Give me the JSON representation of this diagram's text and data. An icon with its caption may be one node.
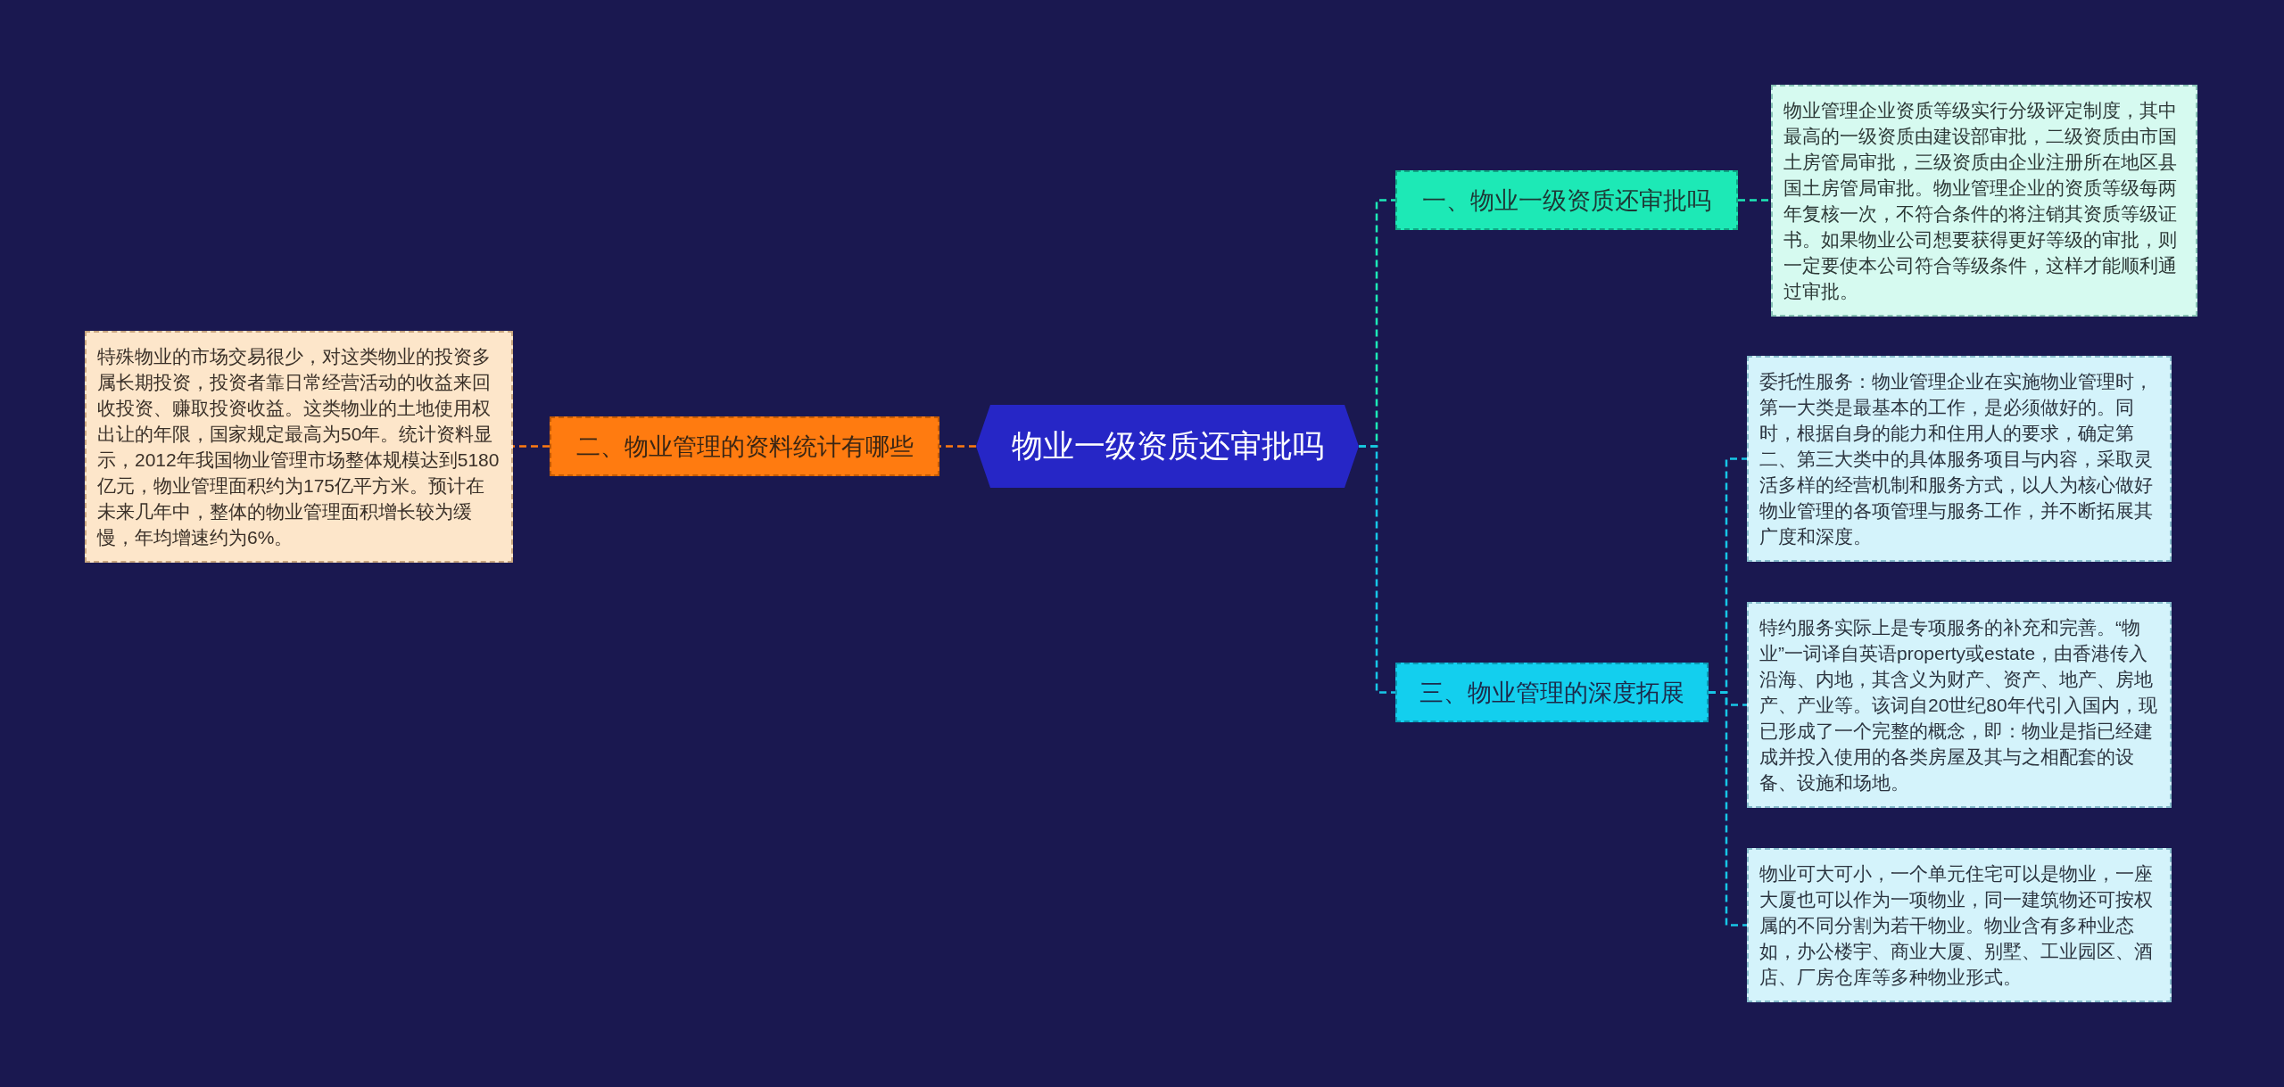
{
  "diagram": {
    "nodes": [
      {
        "text": [
          "物业一级资质还审批吗"
        ]
      },
      {
        "text": [
          "一、物业一级资质还审批吗"
        ]
      },
      {
        "text": [
          "物业管理企业资质等级实行分级评定制度，其中最高的一级资质由建设部审批，二级资质由市国土房管局审批，三级资质由企业注册所在地区县国土房管局审批。物业管理企业的资质等级每两年复核一次，不符合条件的将注销其资质等级证书。如果物业公司想要获得更好等级的审批，则一定要使本公司符合等级条件，这样才能顺利通过审批。"
        ]
      },
      {
        "text": [
          "二、物业管理的资料统计有哪些"
        ]
      },
      {
        "text": [
          "特殊物业的市场交易很少，对这类物业的投资多属长期投资，投资者靠日常经营活动的收益来回收投资、赚取投资收益。这类物业的土地使用权出让的年限，国家规定最高为50年。统计资料显示，2012年我国物业管理市场整体规模达到5180亿元，物业管理面积约为175亿平方米。预计在未来几年中，整体的物业管理面积增长较为缓慢，年均增速约为6%。"
        ]
      },
      {
        "text": [
          "三、物业管理的深度拓展"
        ]
      },
      {
        "text": [
          "委托性服务：物业管理企业在实施物业管理时，第一大类是最基本的工作，是必须做好的。同时，根据自身的能力和住用人的要求，确定第二、第三大类中的具体服务项目与内容，采取灵活多样的经营机制和服务方式，以人为核心做好物业管理的各项管理与服务工作，并不断拓展其广度和深度。"
        ]
      },
      {
        "text": [
          "特约服务实际上是专项服务的补充和完善。“物业”一词译自英语property或estate，由香港传入沿海、内地，其含义为财产、资产、地产、房地产、产业等。该词自20世纪80年代引入国内，现已形成了一个完整的概念，即：物业是指已经建成并投入使用的各类房屋及其与之相配套的设备、设施和场地。"
        ]
      },
      {
        "text": [
          "物业可大可小，一个单元住宅可以是物业，一座大厦也可以作为一项物业，同一建筑物还可按权属的不同分割为若干物业。物业含有多种业态如，办公楼宇、商业大厦、别墅、工业园区、酒店、厂房仓库等多种物业形式。"
        ]
      }
    ],
    "edges": [
      {
        "from": 0,
        "to": 1,
        "arrow": "none",
        "style": "dashed",
        "color": "#1de9b6"
      },
      {
        "from": 1,
        "to": 2,
        "arrow": "none",
        "style": "dashed",
        "color": "#1de9b6"
      },
      {
        "from": 0,
        "to": 3,
        "arrow": "none",
        "style": "dashed",
        "color": "#ff7a10"
      },
      {
        "from": 3,
        "to": 4,
        "arrow": "none",
        "style": "dashed",
        "color": "#ff7a10"
      },
      {
        "from": 0,
        "to": 5,
        "arrow": "none",
        "style": "dashed"
      },
      {
        "from": 5,
        "to": 6,
        "arrow": "none",
        "style": "dashed"
      },
      {
        "from": 5,
        "to": 7,
        "arrow": "none",
        "style": "dashed"
      },
      {
        "from": 5,
        "to": 8,
        "arrow": "none",
        "style": "dashed"
      }
    ]
  }
}
